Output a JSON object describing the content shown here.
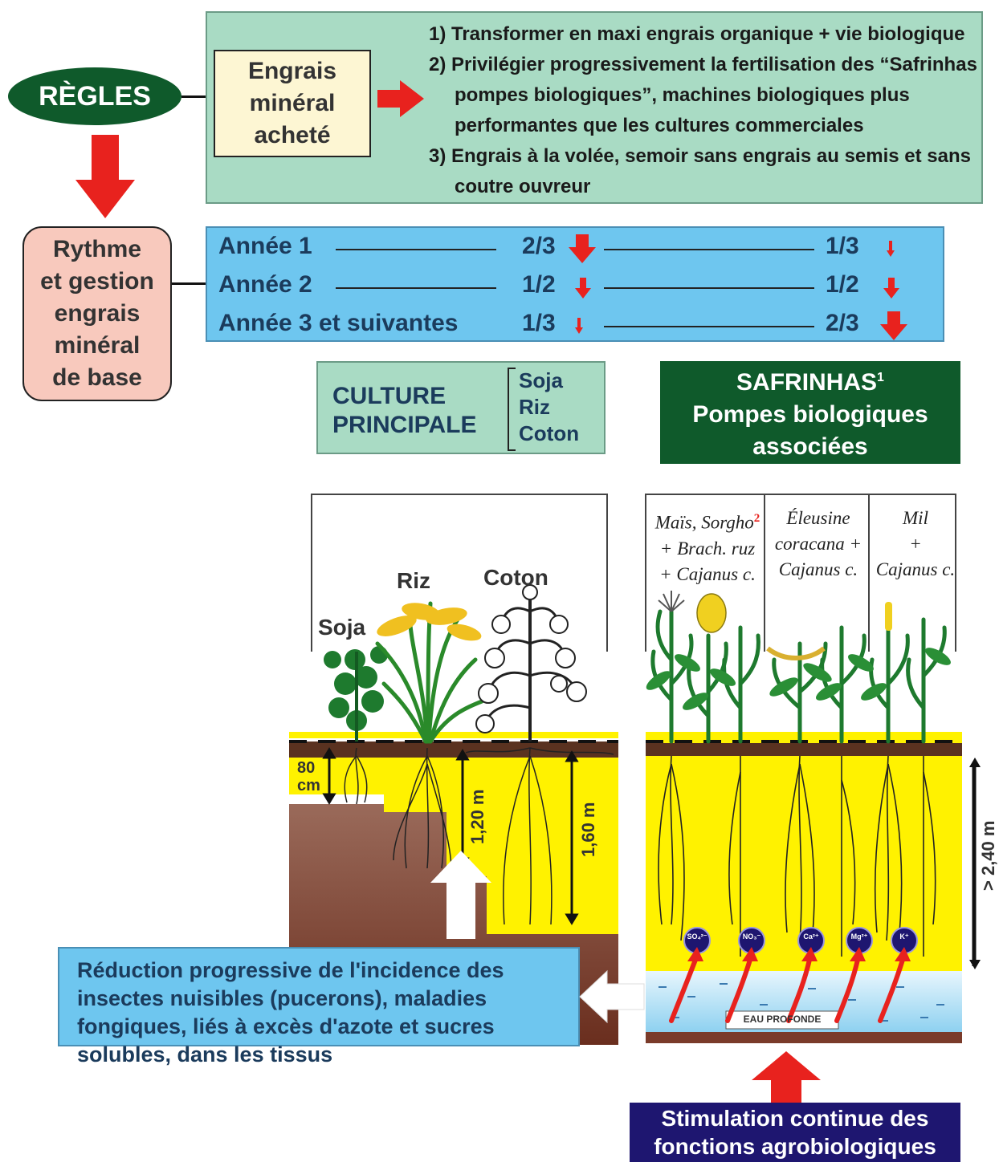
{
  "rules": {
    "label": "RÈGLES",
    "fertilizer_box": [
      "Engrais",
      "minéral",
      "acheté"
    ],
    "items": [
      "1) Transformer en maxi engrais organique + vie biologique",
      "2) Privilégier progressivement la fertilisation des “Safrinhas",
      "pompes biologiques”, machines biologiques plus",
      "performantes que les cultures commerciales",
      "3) Engrais à la volée, semoir sans engrais au semis et sans",
      "coutre ouvreur"
    ]
  },
  "rhythm": {
    "label": [
      "Rythme",
      "et gestion",
      "engrais",
      "minéral",
      "de base"
    ],
    "rows": [
      {
        "year": "Année 1",
        "main_share": "2/3",
        "safrinha_share": "1/3"
      },
      {
        "year": "Année 2",
        "main_share": "1/2",
        "safrinha_share": "1/2"
      },
      {
        "year": "Année 3 et suivantes",
        "main_share": "1/3",
        "safrinha_share": "2/3"
      }
    ]
  },
  "culture": {
    "title": [
      "CULTURE",
      "PRINCIPALE"
    ],
    "crops": [
      "Soja",
      "Riz",
      "Coton"
    ]
  },
  "safrinhas": {
    "title": "SAFRINHAS",
    "superscript": "1",
    "subtitle": [
      "Pompes biologiques",
      "associées"
    ],
    "columns": [
      {
        "lines": [
          "Maïs, Sorgho",
          "+ Brach. ruz",
          "+ Cajanus c."
        ],
        "superscript": "2"
      },
      {
        "lines": [
          "Éleusine",
          "coracana +",
          "Cajanus c."
        ]
      },
      {
        "lines": [
          "Mil",
          "+",
          "Cajanus c."
        ]
      }
    ]
  },
  "plants": {
    "soja": "Soja",
    "riz": "Riz",
    "coton": "Coton"
  },
  "depths": {
    "soja": [
      "80",
      "cm"
    ],
    "riz": "1,20 m",
    "coton": "1,60 m",
    "safrinhas": "> 2,40 m"
  },
  "ions": [
    "SO₄²⁻",
    "NO₃⁻",
    "Ca²⁺",
    "Mg²⁺",
    "K⁺"
  ],
  "deep_water": "EAU PROFONDE",
  "reduction_text": [
    "Réduction progressive de l'incidence des",
    "insectes nuisibles (pucerons), maladies",
    "fongiques, liés à excès d'azote et sucres",
    "solubles, dans les tissus"
  ],
  "stimulation_text": [
    "Stimulation continue des",
    "fonctions agrobiologiques"
  ],
  "colors": {
    "dark_green": "#0f5a2b",
    "light_green": "#a9dbc4",
    "light_blue": "#6ec6ef",
    "arrow_red": "#e8221e",
    "soil_yellow": "#fff200",
    "soil_brown": "#7a3b2a",
    "navy": "#1e1670"
  }
}
